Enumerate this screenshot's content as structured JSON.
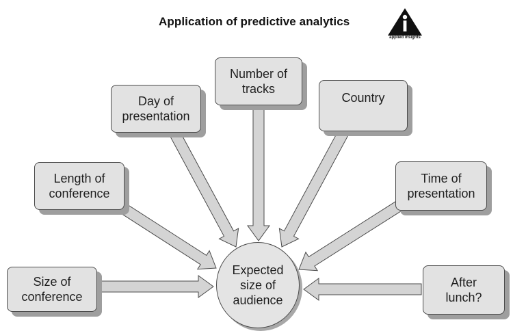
{
  "header": {
    "title": "Application of predictive analytics",
    "logo_text": "applied insights"
  },
  "center": {
    "label": "Expected\nsize of\naudience"
  },
  "factors": [
    {
      "id": "size-of-conference",
      "label": "Size of\nconference"
    },
    {
      "id": "length-of-conference",
      "label": "Length of\nconference"
    },
    {
      "id": "day-of-presentation",
      "label": "Day of\npresentation"
    },
    {
      "id": "number-of-tracks",
      "label": "Number of\ntracks"
    },
    {
      "id": "country",
      "label": "Country"
    },
    {
      "id": "time-of-presentation",
      "label": "Time of\npresentation"
    },
    {
      "id": "after-lunch",
      "label": "After\nlunch?"
    }
  ],
  "colors": {
    "box_fill": "#e2e2e2",
    "box_shadow": "#9e9e9e",
    "arrow_fill": "#d4d4d4",
    "outline": "#4a4a4a"
  }
}
